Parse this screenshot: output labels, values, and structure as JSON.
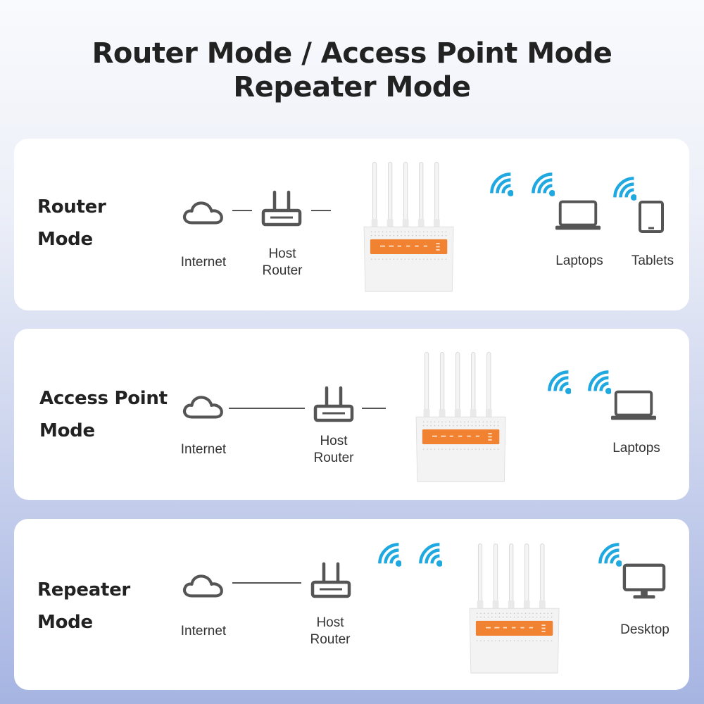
{
  "header": {
    "title_line1": "Router Mode / Access Point Mode",
    "title_line2": "Repeater Mode"
  },
  "colors": {
    "wifi": "#20a8e0",
    "router_band": "#f08232",
    "icon_stroke": "#555555"
  },
  "panels": [
    {
      "label_line1": "Router",
      "label_line2": "Mode",
      "internet": "Internet",
      "host_router": {
        "line1": "Host",
        "line2": "Router"
      },
      "devices": [
        "Laptops",
        "Tablets"
      ]
    },
    {
      "label_line1": "Access Point",
      "label_line2": "Mode",
      "internet": "Internet",
      "host_router": {
        "line1": "Host",
        "line2": "Router"
      },
      "devices": [
        "Laptops"
      ]
    },
    {
      "label_line1": "Repeater",
      "label_line2": "Mode",
      "internet": "Internet",
      "host_router": {
        "line1": "Host",
        "line2": "Router"
      },
      "devices": [
        "Desktop"
      ]
    }
  ]
}
